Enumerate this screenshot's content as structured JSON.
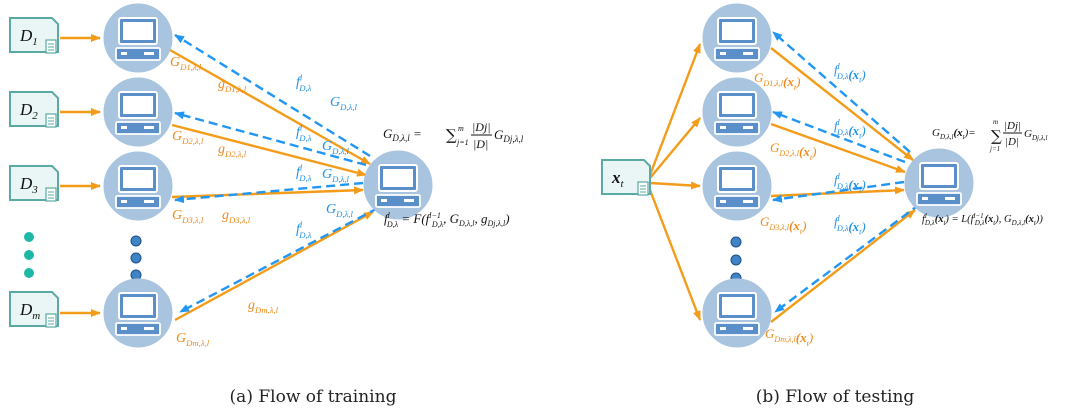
{
  "colors": {
    "orange": "#f39c1a",
    "blue": "#2196f3",
    "node_fill": "#a9c4df",
    "monitor_fill": "#5b8fc9",
    "doc_fill": "#eaf6f6",
    "doc_border": "#5aa9a3",
    "dot_teal": "#1fb7a6",
    "dot_blue": "#3f84c7"
  },
  "icons": {
    "computer": "computer-icon",
    "document": "document-icon"
  },
  "training": {
    "caption": "(a) Flow of training",
    "data_nodes": [
      {
        "base": "D",
        "sub": "1"
      },
      {
        "base": "D",
        "sub": "2"
      },
      {
        "base": "D",
        "sub": "3"
      },
      {
        "base": "D",
        "sub": "m"
      }
    ],
    "aggregate_formula": {
      "lhs": "G",
      "lhs_sub": "D,λ,l",
      "eq": "=",
      "sum": "∑",
      "sum_sub": "j=1",
      "sum_sup": "m",
      "num": "|Dj|",
      "den": "|D|",
      "term": "G",
      "term_sub": "Dj,λ,l"
    },
    "update_formula": {
      "lhs": "f",
      "lhs_sup": "l",
      "lhs_sub": "D,λ",
      "rhs": "= F(f",
      "rhs_sup": "l−1",
      "rhs_sub": "D,λ",
      "rhs_tail": ", G",
      "rhs_tail_sub": "D,λ,l",
      "rhs_tail2": ", g",
      "rhs_tail2_sub": "Dj,λ,l",
      "close": ")"
    },
    "labels": {
      "G1": {
        "base": "G",
        "sub": "D1,λ,l"
      },
      "g1": {
        "base": "g",
        "sub": "D1,λ,l"
      },
      "G2": {
        "base": "G",
        "sub": "D2,λ,l"
      },
      "g2": {
        "base": "g",
        "sub": "D2,λ,l"
      },
      "G3": {
        "base": "G",
        "sub": "D3,λ,l"
      },
      "g3": {
        "base": "g",
        "sub": "D3,λ,l"
      },
      "Gm": {
        "base": "G",
        "sub": "Dm,λ,l"
      },
      "gm": {
        "base": "g",
        "sub": "Dm,λ,l"
      },
      "f": {
        "base": "f",
        "sup": "l",
        "sub": "D,λ"
      },
      "GD": {
        "base": "G",
        "sub": "D,λ,l"
      }
    }
  },
  "testing": {
    "caption": "(b) Flow of testing",
    "input": {
      "base": "x",
      "sub": "t"
    },
    "aggregate_formula": {
      "lhs": "G",
      "lhs_sub": "D,λ,l",
      "arg": "(x",
      "arg_sub": "t",
      "arg_close": ")",
      "eq": "=",
      "sum": "∑",
      "sum_sub": "j=1",
      "sum_sup": "m",
      "num": "|Dj|",
      "den": "|D|",
      "term": "G",
      "term_sub": "Dj,λ,l"
    },
    "update_formula": {
      "text": "f",
      "sup": "l",
      "sub": "D,λ",
      "rest": "(x",
      "rest_sub": "t",
      "rest2": ") = L(f",
      "rest2_sup": "l−1",
      "rest2_sub": "D,λ",
      "rest3": "(x",
      "rest3_sub": "t",
      "rest4": "), G",
      "rest4_sub": "D,λ,l",
      "rest5": "(x",
      "rest5_sub": "t",
      "rest6": "))"
    },
    "labels": {
      "G1": {
        "base": "G",
        "sub": "D1,λ,l",
        "arg": "(x",
        "arg_sub": "t",
        "arg_close": ")"
      },
      "G2": {
        "base": "G",
        "sub": "D2,λ,l",
        "arg": "(x",
        "arg_sub": "t",
        "arg_close": ")"
      },
      "G3": {
        "base": "G",
        "sub": "D3,λ,l",
        "arg": "(x",
        "arg_sub": "t",
        "arg_close": ")"
      },
      "Gm": {
        "base": "G",
        "sub": "Dm,λ,l",
        "arg": "(x",
        "arg_sub": "t",
        "arg_close": ")"
      },
      "f": {
        "base": "f",
        "sup": "l",
        "sub": "D,λ",
        "arg": "(x",
        "arg_sub": "t",
        "arg_close": ")"
      },
      "GD": {
        "base": "G",
        "sub": "D,λ,l",
        "arg": "(x",
        "arg_sub": "t",
        "arg_close": ")"
      }
    }
  }
}
